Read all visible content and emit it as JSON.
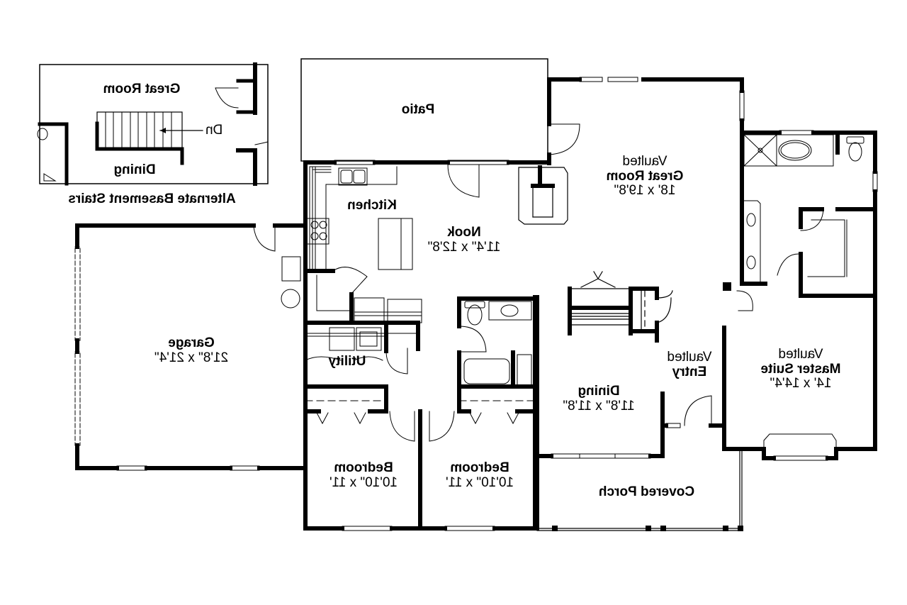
{
  "plan": {
    "orientation": "mirrored-horizontal",
    "inset": {
      "caption": "Alternate Basement Stairs",
      "rooms": [
        {
          "name": "Great Room"
        },
        {
          "name": "Dining"
        }
      ],
      "stair_label": "Dn"
    },
    "rooms": [
      {
        "id": "patio",
        "name": "Patio",
        "prefix": "",
        "dimensions": ""
      },
      {
        "id": "great-room",
        "prefix": "Vaulted",
        "name": "Great Room",
        "dimensions": "18' x 19'8\""
      },
      {
        "id": "kitchen",
        "prefix": "",
        "name": "Kitchen",
        "dimensions": ""
      },
      {
        "id": "nook",
        "prefix": "",
        "name": "Nook",
        "dimensions": "11'4\" x 12'8\""
      },
      {
        "id": "garage",
        "prefix": "",
        "name": "Garage",
        "dimensions": "21'8\" x 21'4\""
      },
      {
        "id": "utility",
        "prefix": "",
        "name": "Utility",
        "dimensions": ""
      },
      {
        "id": "dining",
        "prefix": "",
        "name": "Dining",
        "dimensions": "11'8\" x 11'8\""
      },
      {
        "id": "entry",
        "prefix": "Vaulted",
        "name": "Entry",
        "dimensions": ""
      },
      {
        "id": "master-suite",
        "prefix": "Vaulted",
        "name": "Master Suite",
        "dimensions": "14' x 14'4\""
      },
      {
        "id": "bedroom-1",
        "prefix": "",
        "name": "Bedroom",
        "dimensions": "10'10\" x 11'"
      },
      {
        "id": "bedroom-2",
        "prefix": "",
        "name": "Bedroom",
        "dimensions": "10'10\" x 11'"
      },
      {
        "id": "covered-porch",
        "prefix": "",
        "name": "Covered Porch",
        "dimensions": ""
      }
    ],
    "colors": {
      "wall": "#000000",
      "background": "#ffffff",
      "fixture": "#000000"
    }
  }
}
